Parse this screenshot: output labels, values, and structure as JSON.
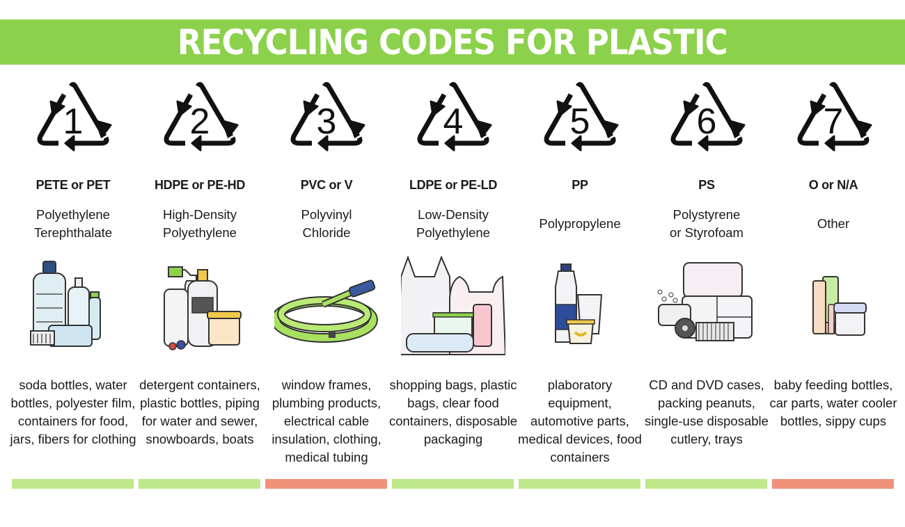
{
  "title": "RECYCLING CODES FOR PLASTIC",
  "colors": {
    "banner": "#8cd14b",
    "bar_green": "#bfe88a",
    "bar_red": "#f0917a",
    "symbol": "#111111"
  },
  "codes": [
    {
      "number": "1",
      "abbr": "PETE or PET",
      "name": "Polyethylene\nTerephthalate",
      "uses": "soda bottles, water bottles, polyester film, containers for food, jars, fibers for clothing",
      "bar": "green",
      "illustration": "plastic-bottles-illustration"
    },
    {
      "number": "2",
      "abbr": "HDPE or PE-HD",
      "name": "High-Density\nPolyethylene",
      "uses": "detergent containers, plastic bottles, piping for water and sewer, snowboards, boats",
      "bar": "green",
      "illustration": "detergent-bottles-illustration"
    },
    {
      "number": "3",
      "abbr": "PVC or V",
      "name": "Polyvinyl\nChloride",
      "uses": "window frames, plumbing products, electrical cable insulation, clothing, medical tubing",
      "bar": "red",
      "illustration": "garden-hose-illustration"
    },
    {
      "number": "4",
      "abbr": "LDPE or PE-LD",
      "name": "Low-Density\nPolyethylene",
      "uses": "shopping bags, plastic bags, clear food containers, disposable packaging",
      "bar": "green",
      "illustration": "plastic-bags-illustration"
    },
    {
      "number": "5",
      "abbr": "PP",
      "name": "Polypropylene",
      "uses": "plaboratory equipment, automotive parts, medical devices, food containers",
      "bar": "green",
      "illustration": "milk-bottle-cups-illustration"
    },
    {
      "number": "6",
      "abbr": "PS",
      "name": "Polystyrene\nor Styrofoam",
      "uses": "CD and DVD cases, packing peanuts, single-use disposable cutlery, trays",
      "bar": "green",
      "illustration": "styrofoam-containers-illustration"
    },
    {
      "number": "7",
      "abbr": "O or N/A",
      "name": "Other",
      "uses": "baby feeding bottles, car parts, water cooler bottles, sippy cups",
      "bar": "red",
      "illustration": "tubes-jars-illustration"
    }
  ]
}
